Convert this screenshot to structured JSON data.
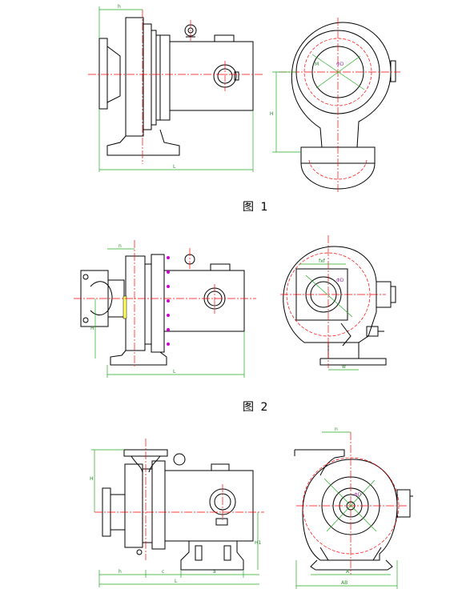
{
  "captions": {
    "fig1": "图 1",
    "fig2": "图 2"
  },
  "dims": {
    "fig1": {
      "h": "h",
      "L": "L",
      "H": "H",
      "M": "M",
      "phi": "ΦD"
    },
    "fig2": {
      "n": "n",
      "L": "L",
      "H": "H",
      "fxf": "fxf",
      "phi": "ΦD",
      "w": "w"
    },
    "fig3": {
      "n": "n",
      "h": "h",
      "H": "H",
      "H1": "H1",
      "c": "c",
      "a": "a",
      "L": "L",
      "A": "A",
      "AB": "AB",
      "phi": "ΦD"
    }
  },
  "colors": {
    "line": "#000000",
    "center": "#ff0000",
    "dimension": "#22aa22",
    "bolt": "#cc00cc"
  }
}
